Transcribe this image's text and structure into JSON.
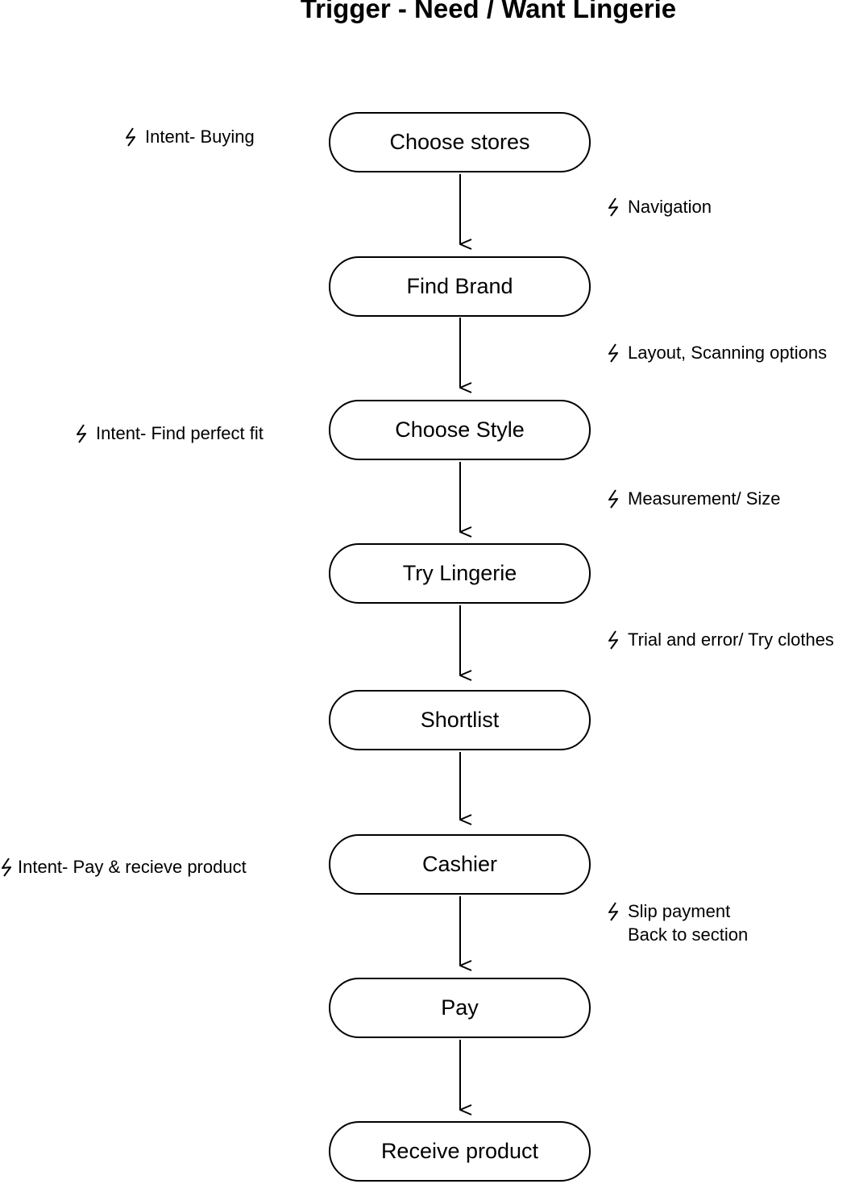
{
  "title": "Trigger - Need / Want Lingerie",
  "steps": [
    "Choose stores",
    "Find Brand",
    "Choose Style",
    "Try Lingerie",
    "Shortlist",
    "Cashier",
    "Pay",
    "Receive product"
  ],
  "left_notes": [
    "Intent- Buying",
    "Intent- Find perfect fit",
    "Intent- Pay & recieve product"
  ],
  "right_notes": [
    "Navigation",
    "Layout, Scanning options",
    "Measurement/ Size",
    "Trial and error/ Try clothes",
    "Slip payment\nBack to section"
  ],
  "note_icon": "lightning-bolt-icon"
}
